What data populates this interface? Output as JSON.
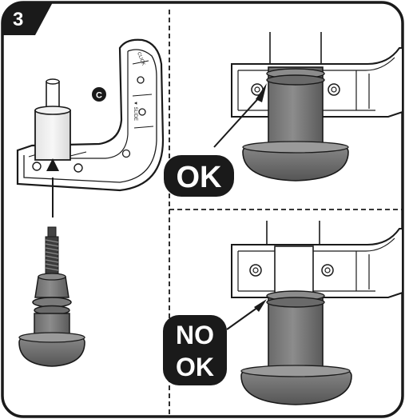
{
  "step": {
    "number": "3"
  },
  "part_label": "C",
  "part_markings": {
    "top": "CLICK",
    "side": "▼ SLIDE"
  },
  "labels": {
    "ok": "OK",
    "not_ok_line1": "NO",
    "not_ok_line2": "OK"
  },
  "colors": {
    "ink": "#1a1a1a",
    "gray_light": "#9a9a9a",
    "gray_mid": "#7a7a7a",
    "gray_dark": "#4e4e4e",
    "paper": "#ffffff",
    "badge": "#1a1a1a"
  }
}
